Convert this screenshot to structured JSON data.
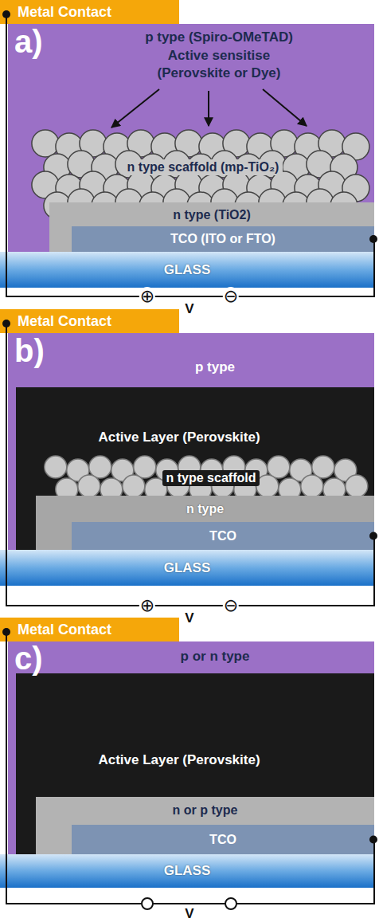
{
  "diagram": {
    "nodes": [
      {
        "text": [
          "Metal Contact"
        ]
      },
      {
        "text": [
          "p type (Spiro-OMeTAD)",
          "Active sensitise (Perovskite or Dye)"
        ]
      },
      {
        "text": [
          "n type scaffold (mp-TiO₂)"
        ]
      },
      {
        "text": [
          "n type (TiO2)"
        ]
      },
      {
        "text": [
          "TCO (ITO or FTO)"
        ]
      },
      {
        "text": [
          "GLASS"
        ]
      },
      {
        "text": [
          "Metal Contact"
        ]
      },
      {
        "text": [
          "p type"
        ]
      },
      {
        "text": [
          "Active Layer (Perovskite)"
        ]
      },
      {
        "text": [
          "n type scaffold"
        ]
      },
      {
        "text": [
          "n type"
        ]
      },
      {
        "text": [
          "TCO"
        ]
      },
      {
        "text": [
          "GLASS"
        ]
      },
      {
        "text": [
          "Metal Contact"
        ]
      },
      {
        "text": [
          "p or n type"
        ]
      },
      {
        "text": [
          "Active Layer (Perovskite)"
        ]
      },
      {
        "text": [
          "n or p type"
        ]
      },
      {
        "text": [
          "TCO"
        ]
      },
      {
        "text": [
          "GLASS"
        ]
      }
    ],
    "edges": [
      {
        "from": 0,
        "to": 4,
        "arrow": "none"
      },
      {
        "from": 6,
        "to": 11,
        "arrow": "none"
      },
      {
        "from": 13,
        "to": 17,
        "arrow": "none"
      }
    ],
    "labels": [
      "a)",
      "⊕",
      "V",
      "⊖",
      "b)",
      "⊕",
      "V",
      "⊖",
      "c)",
      "V"
    ]
  }
}
